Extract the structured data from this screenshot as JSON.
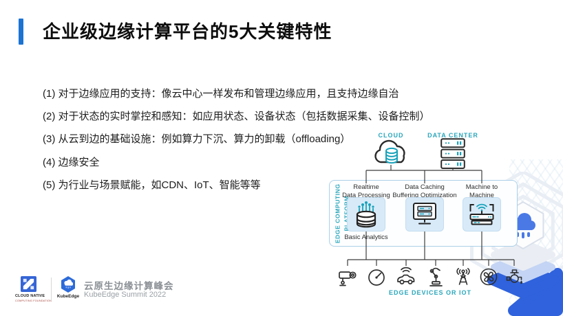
{
  "slide": {
    "title": "企业级边缘计算平台的5大关键特性",
    "bullets": [
      "(1) 对于边缘应用的支持：像云中心一样发布和管理边缘应用，且支持边缘自治",
      "(2) 对于状态的实时掌控和感知：如应用状态、设备状态（包括数据采集、设备控制）",
      "(3) 从云到边的基础设施：例如算力下沉、算力的卸载（offloading）",
      "(4) 边缘安全",
      "(5) 为行业与场景赋能，如CDN、IoT、智能等等"
    ]
  },
  "diagram": {
    "cloud_label": "CLOUD",
    "data_center_label": "DATA CENTER",
    "platform_label": {
      "line1": "EDGE COMPUTING",
      "line2": "PLATFORM"
    },
    "features": [
      {
        "line1": "Realtime",
        "line2": "Data Processing",
        "sublabel": "Basic Analytics",
        "icon": "analytics-database-icon"
      },
      {
        "line1": "Data Caching",
        "line2": "Buffering Optimization",
        "icon": "caching-server-monitor-icon"
      },
      {
        "line1": "Machine to",
        "line2": "Machine",
        "icon": "wireless-router-icon"
      }
    ],
    "devices_label": "EDGE DEVICES OR IOT",
    "device_icons": [
      "cctv-camera",
      "gauge-meter",
      "connected-car",
      "robotic-arm",
      "signal-tower",
      "fan",
      "industrial-valve"
    ]
  },
  "footer": {
    "cncf_name_line1": "CLOUD NATIVE",
    "cncf_name_line2": "COMPUTING FOUNDATION",
    "kubeedge_label": "KubeEdge",
    "summit_title_cn": "云原生边缘计算峰会",
    "summit_title_en": "KubeEdge Summit 2022"
  },
  "colors": {
    "accent_teal": "#2AA7BC",
    "title_bar_blue": "#1B74D2",
    "icon_box_fill": "#D8EAF8",
    "platform_border": "#AACFE8",
    "brand_blue": "#2F62DC",
    "line_dark": "#3C3C3C"
  }
}
